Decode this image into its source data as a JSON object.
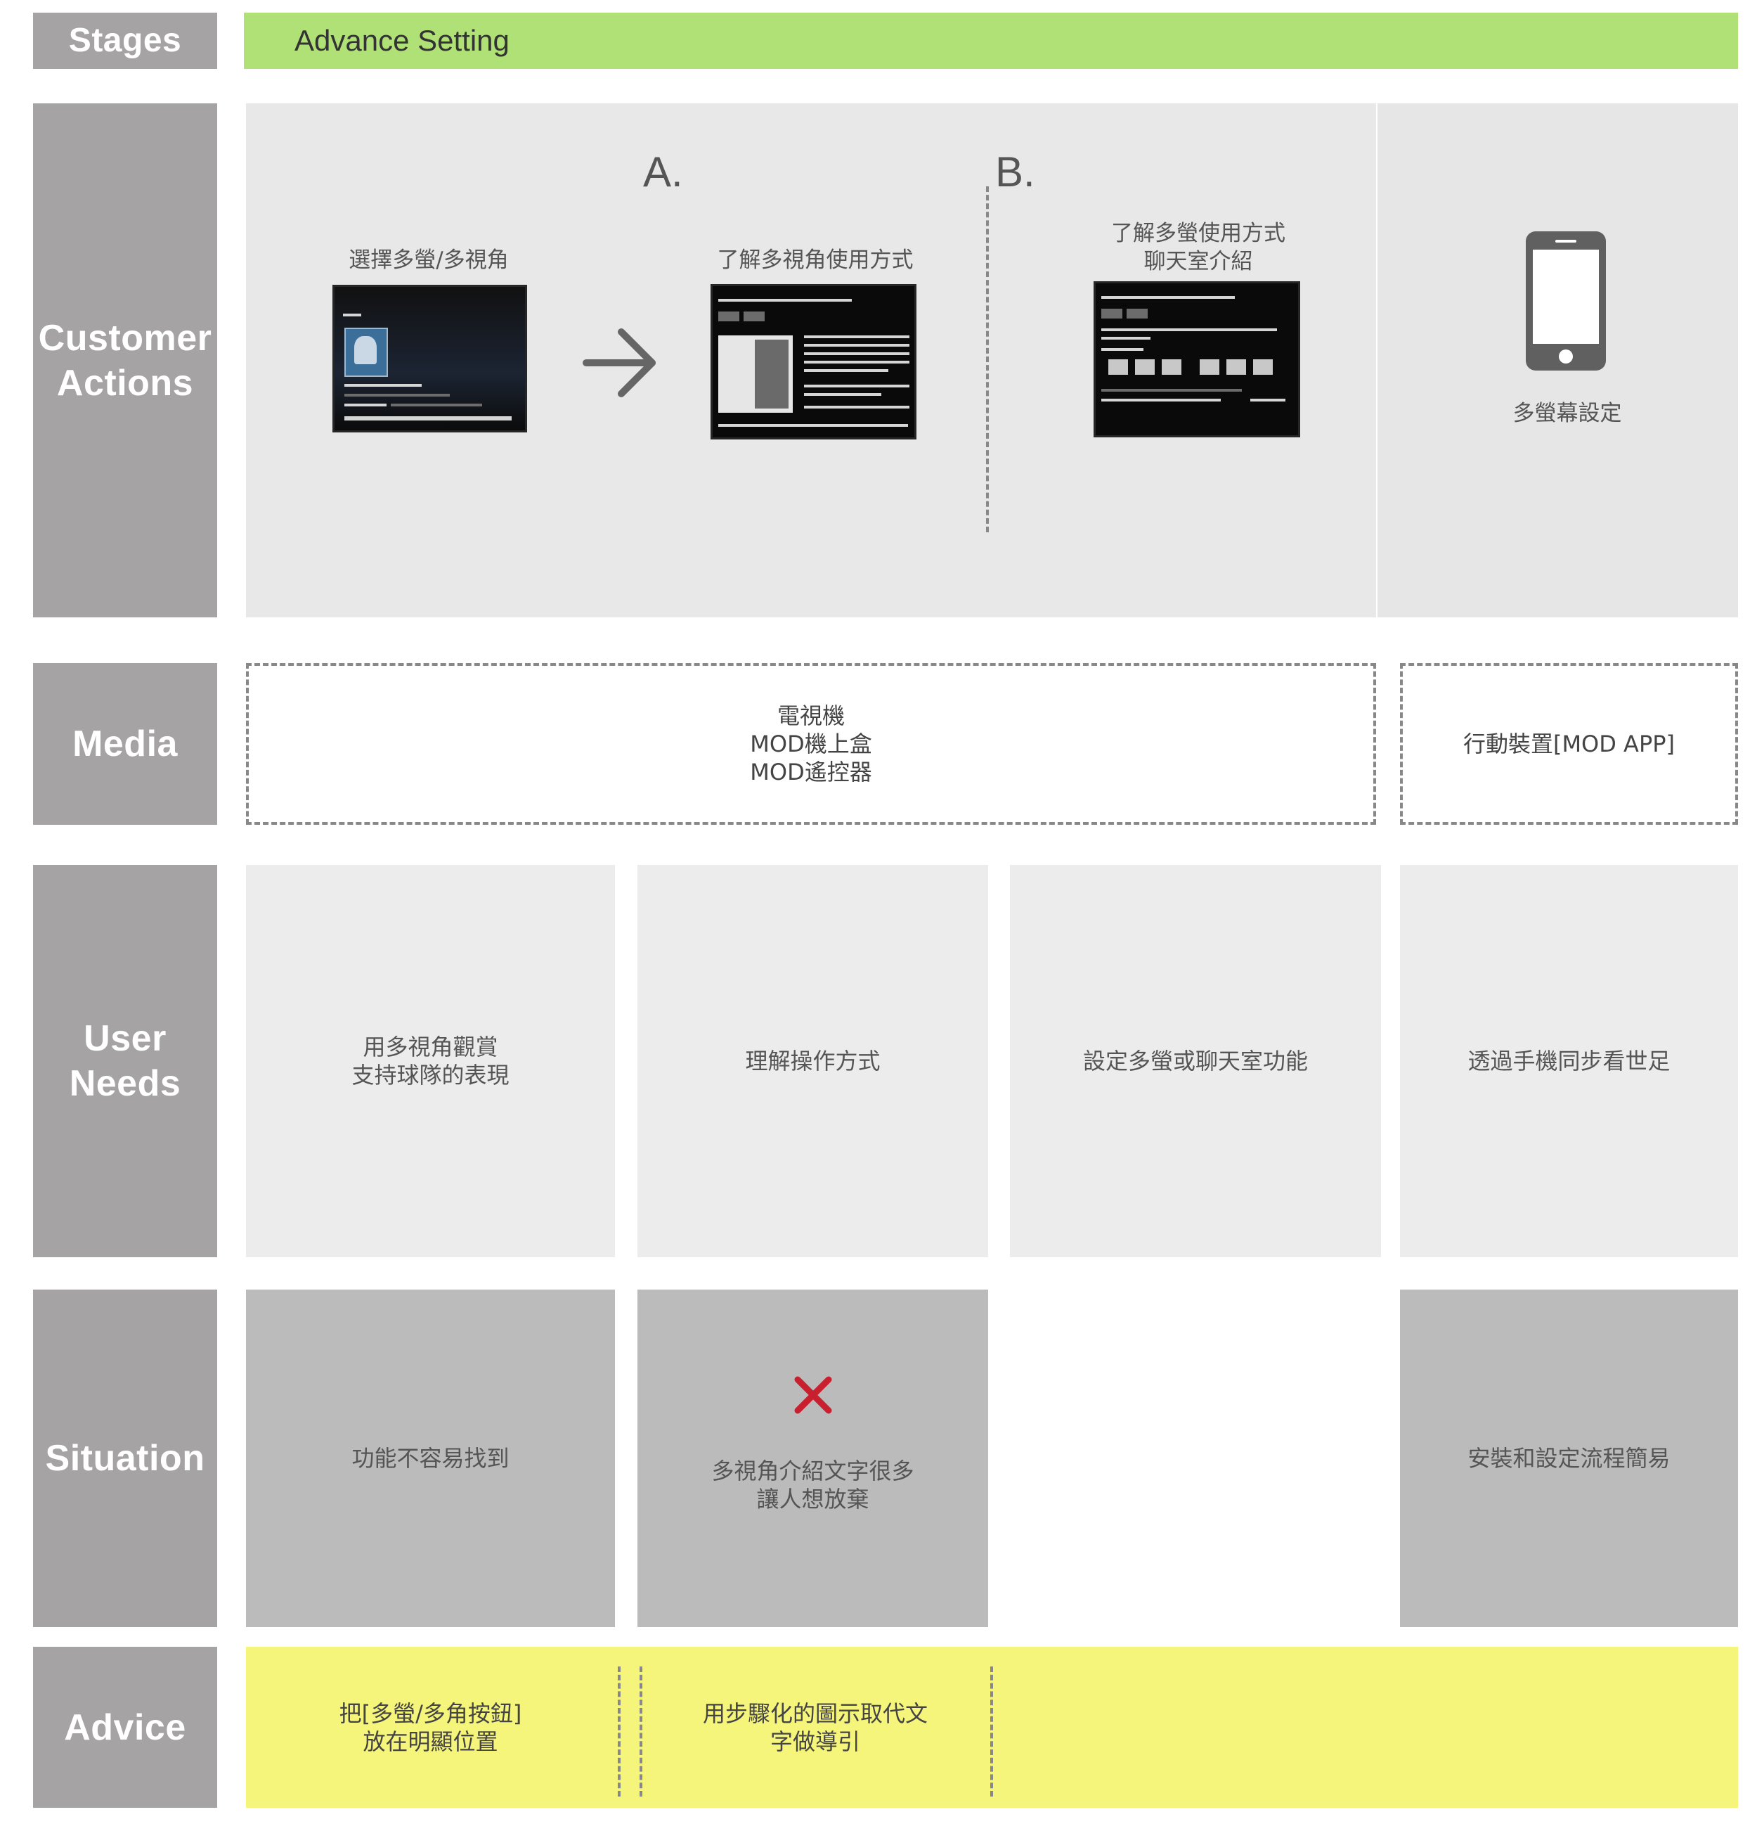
{
  "stages": {
    "header_label": "Stages",
    "title": "Advance Setting"
  },
  "rows": {
    "customer_actions": "Customer\nActions",
    "media": "Media",
    "user_needs": "User\nNeeds",
    "situation": "Situation",
    "advice": "Advice"
  },
  "customer_actions": {
    "option_a": "A.",
    "option_b": "B.",
    "step1_label": "選擇多螢/多視角",
    "step2_label": "了解多視角使用方式",
    "step3_label": "了解多螢使用方式\n聊天室介紹",
    "step4_label": "多螢幕設定"
  },
  "media": {
    "tv_devices": "電視機\nMOD機上盒\nMOD遙控器",
    "mobile_device": "行動裝置[MOD APP]"
  },
  "user_needs": [
    "用多視角觀賞\n支持球隊的表現",
    "理解操作方式",
    "設定多螢或聊天室功能",
    "透過手機同步看世足"
  ],
  "situation": [
    "功能不容易找到",
    "多視角介紹文字很多\n讓人想放棄",
    "安裝和設定流程簡易"
  ],
  "advice": [
    "把[多螢/多角按鈕]\n放在明顯位置",
    "用步驟化的圖示取代文\n字做導引"
  ],
  "colors": {
    "stage_label_bg": "#a5a3a4",
    "header_bar": "#b0e176",
    "advice_bar": "#f6f57b",
    "situation_box": "#bbbbbb",
    "needs_box": "#ececec",
    "actions_panel": "#e8e8e8",
    "error_mark": "#c8202f"
  },
  "icons": {
    "flow_arrow": "arrow-right-icon",
    "phone": "smartphone-icon",
    "problem": "x-mark-icon"
  }
}
